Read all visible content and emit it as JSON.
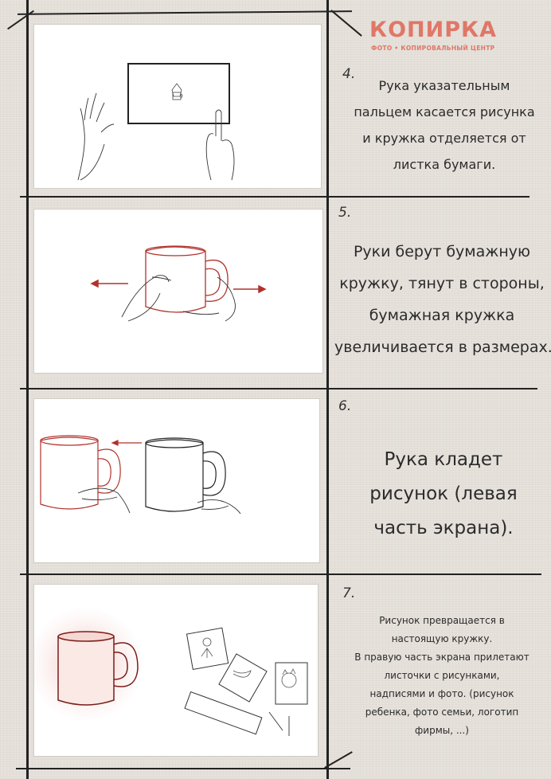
{
  "logo": {
    "name": "КОПИРКА",
    "tagline": "ФОТО • КОПИРОВАЛЬНЫЙ ЦЕНТР"
  },
  "colors": {
    "accent": "#e07767",
    "sketch_red": "#b0322b",
    "ink": "#2b2b2b"
  },
  "steps": [
    {
      "number": "4.",
      "lines": [
        "Рука указательным",
        "пальцем касается рисунка",
        "и кружка отделяется от",
        "листка бумаги."
      ]
    },
    {
      "number": "5.",
      "lines": [
        "Руки берут бумажную",
        "кружку, тянут в стороны,",
        "бумажная кружка",
        "увеличивается в размерах."
      ]
    },
    {
      "number": "6.",
      "lines": [
        "Рука кладет",
        "рисунок (левая",
        "часть экрана)."
      ]
    },
    {
      "number": "7.",
      "lines": [
        "Рисунок превращается в",
        "настоящую кружку.",
        "В правую часть экрана прилетают",
        "листочки с рисунками,",
        "надписями и фото. (рисунок",
        "ребенка, фото семьи, логотип",
        "фирмы, ...)"
      ]
    }
  ]
}
